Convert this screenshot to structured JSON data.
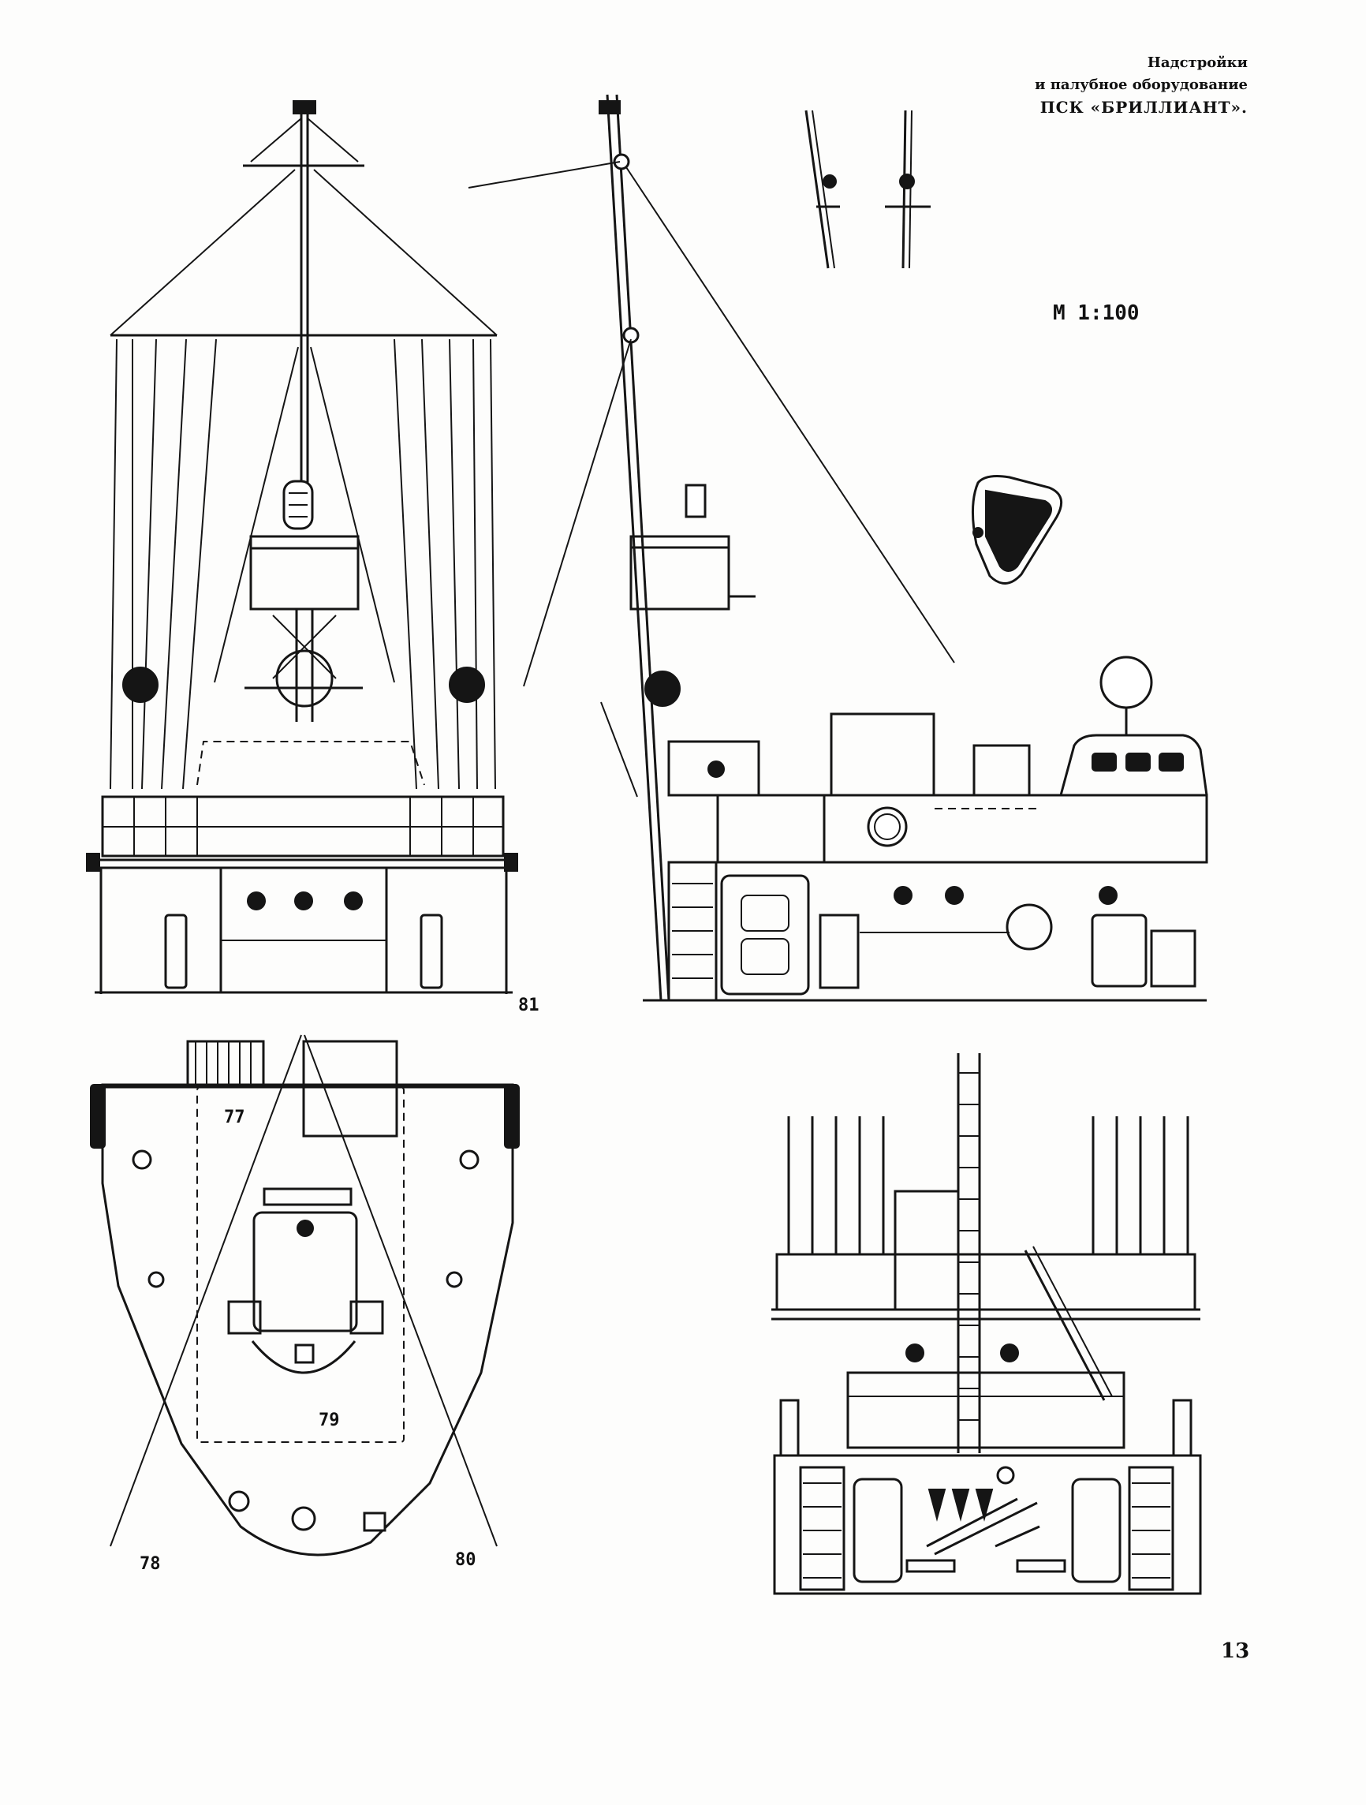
{
  "title": {
    "line1": "Надстройки",
    "line2": "и палубное оборудование",
    "line3": "ПСК «БРИЛЛИАНТ»."
  },
  "scale": "М 1:100",
  "page_number": "13",
  "callouts": {
    "c77": "77",
    "c78": "78",
    "c79": "79",
    "c80": "80",
    "c81": "81"
  }
}
